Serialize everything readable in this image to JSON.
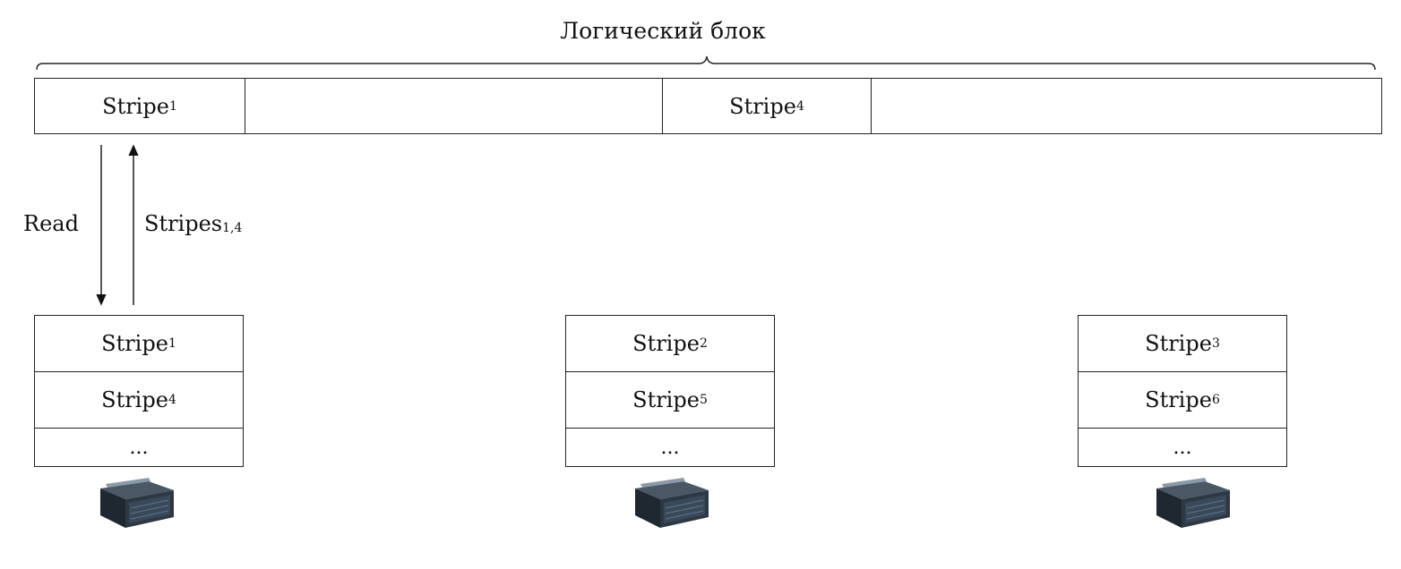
{
  "title": "Логический блок",
  "logical_block": {
    "cells": [
      {
        "base": "Stripe",
        "sub": "1"
      },
      {
        "base": "",
        "sub": ""
      },
      {
        "base": "Stripe",
        "sub": "4"
      },
      {
        "base": "",
        "sub": ""
      }
    ]
  },
  "arrows": {
    "read_label": "Read",
    "reply_label_base": "Stripes",
    "reply_label_sub": "1,4"
  },
  "nodes": [
    {
      "slots": [
        {
          "base": "Stripe",
          "sub": "1"
        },
        {
          "base": "Stripe",
          "sub": "4"
        }
      ],
      "more": "..."
    },
    {
      "slots": [
        {
          "base": "Stripe",
          "sub": "2"
        },
        {
          "base": "Stripe",
          "sub": "5"
        }
      ],
      "more": "..."
    },
    {
      "slots": [
        {
          "base": "Stripe",
          "sub": "3"
        },
        {
          "base": "Stripe",
          "sub": "6"
        }
      ],
      "more": "..."
    }
  ],
  "icons": [
    "server-icon",
    "server-icon",
    "server-icon"
  ]
}
